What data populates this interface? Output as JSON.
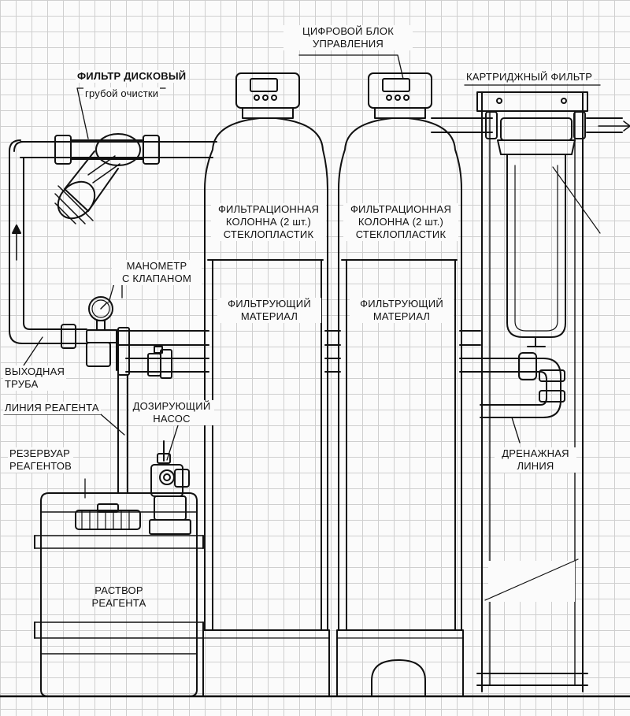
{
  "labels": {
    "disk_filter_title": "ФИЛЬТР ДИСКОВЫЙ",
    "disk_filter_sub": "грубой очистки",
    "control_unit": "ЦИФРОВОЙ БЛОК\nУПРАВЛЕНИЯ",
    "cartridge_filter": "КАРТРИДЖНЫЙ ФИЛЬТР",
    "column_left": "ФИЛЬТРАЦИОННАЯ\nКОЛОННА (2 шт.)\nСТЕКЛОПЛАСТИК",
    "column_right": "ФИЛЬТРАЦИОННАЯ\nКОЛОННА (2 шт.)\nСТЕКЛОПЛАСТИК",
    "media_left": "ФИЛЬТРУЮЩИЙ\nМАТЕРИАЛ",
    "media_right": "ФИЛЬТРУЮЩИЙ\nМАТЕРИАЛ",
    "manometer": "МАНОМЕТР\nС КЛАПАНОМ",
    "outlet_pipe": "ВЫХОДНАЯ\nТРУБА",
    "reagent_line": "ЛИНИЯ РЕАГЕНТА",
    "dosing_pump": "ДОЗИРУЮЩИЙ\nНАСОС",
    "reagent_tank": "РЕЗЕРВУАР\nРЕАГЕНТОВ",
    "reagent_solution": "РАСТВОР\nРЕАГЕНТА",
    "drain_line": "ДРЕНАЖНАЯ\nЛИНИЯ"
  }
}
